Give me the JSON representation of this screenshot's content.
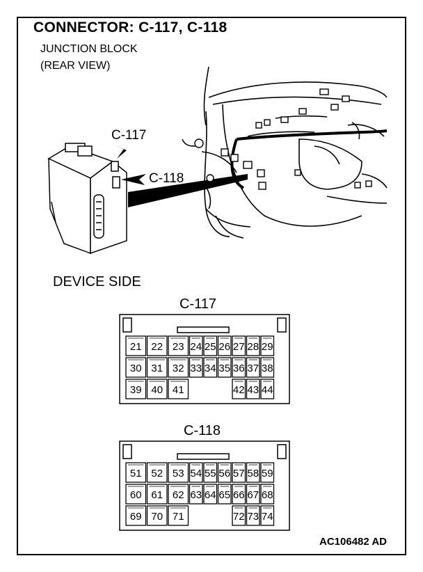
{
  "title": "CONNECTOR: C-117, C-118",
  "subtitle_line1": "JUNCTION BLOCK",
  "subtitle_line2": "(REAR VIEW)",
  "callouts": {
    "c117": "C-117",
    "c118": "C-118"
  },
  "device_side_label": "DEVICE SIDE",
  "connectors": [
    {
      "label": "C-117",
      "rows": [
        [
          "21",
          "22",
          "23",
          "24",
          "25",
          "26",
          "27",
          "28",
          "29"
        ],
        [
          "30",
          "31",
          "32",
          "33",
          "34",
          "35",
          "36",
          "37",
          "38"
        ],
        [
          "39",
          "40",
          "41",
          "",
          "",
          "",
          "42",
          "43",
          "44"
        ]
      ]
    },
    {
      "label": "C-118",
      "rows": [
        [
          "51",
          "52",
          "53",
          "54",
          "55",
          "56",
          "57",
          "58",
          "59"
        ],
        [
          "60",
          "61",
          "62",
          "63",
          "64",
          "65",
          "66",
          "67",
          "68"
        ],
        [
          "69",
          "70",
          "71",
          "",
          "",
          "",
          "72",
          "73",
          "74"
        ]
      ]
    }
  ],
  "figure_code": "AC106482 AD"
}
